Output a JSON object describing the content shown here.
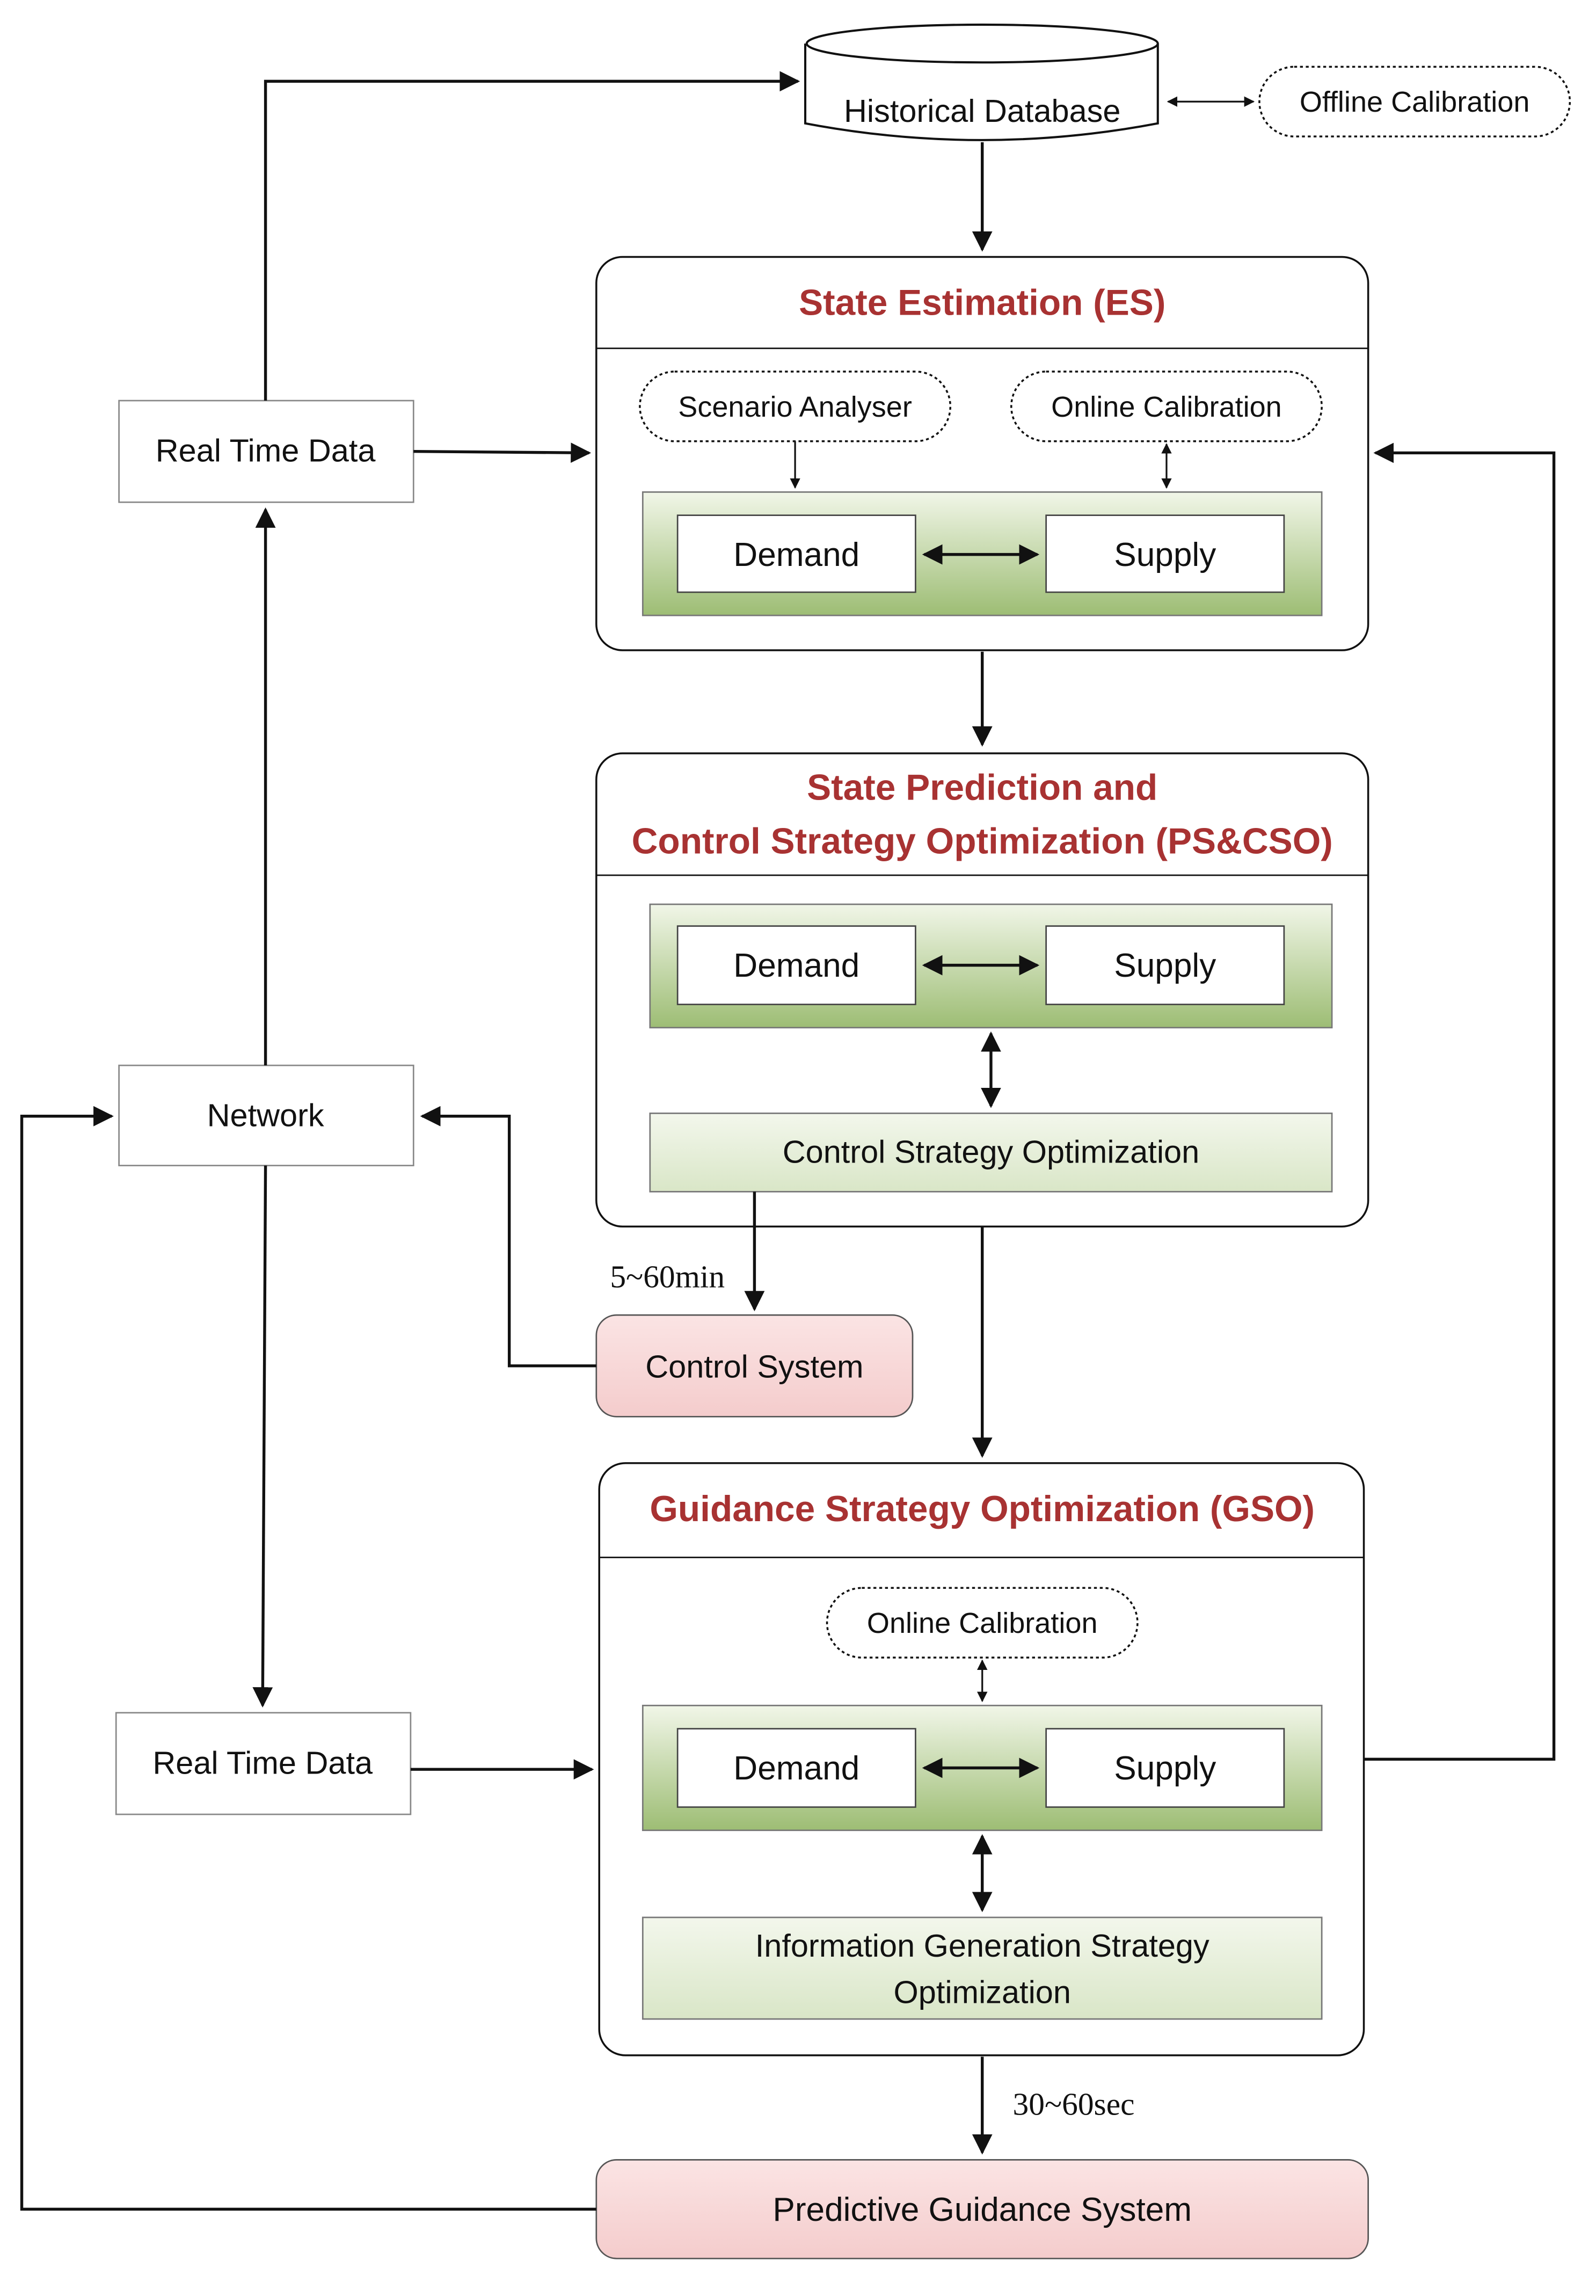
{
  "nodes": {
    "historical_database": "Historical Database",
    "offline_calibration": "Offline Calibration",
    "real_time_data_top": "Real Time Data",
    "network": "Network",
    "real_time_data_bottom": "Real Time Data",
    "control_system": "Control System",
    "predictive_guidance_system": "Predictive Guidance System"
  },
  "es": {
    "title": "State Estimation (ES)",
    "scenario_analyser": "Scenario Analyser",
    "online_calibration": "Online Calibration",
    "demand": "Demand",
    "supply": "Supply"
  },
  "pscso": {
    "title_line1": "State Prediction and",
    "title_line2": "Control Strategy Optimization (PS&CSO)",
    "demand": "Demand",
    "supply": "Supply",
    "control_strategy_optimization": "Control Strategy Optimization"
  },
  "gso": {
    "title": "Guidance Strategy Optimization (GSO)",
    "online_calibration": "Online Calibration",
    "demand": "Demand",
    "supply": "Supply",
    "info_line1": "Information Generation Strategy",
    "info_line2": "Optimization"
  },
  "edges": {
    "control_interval": "5~60min",
    "guidance_interval": "30~60sec"
  },
  "colors": {
    "title_red": "#a83232",
    "green_light": "#eef3e4",
    "green_dark": "#9bbb73",
    "pink": "#f9dcdc"
  }
}
